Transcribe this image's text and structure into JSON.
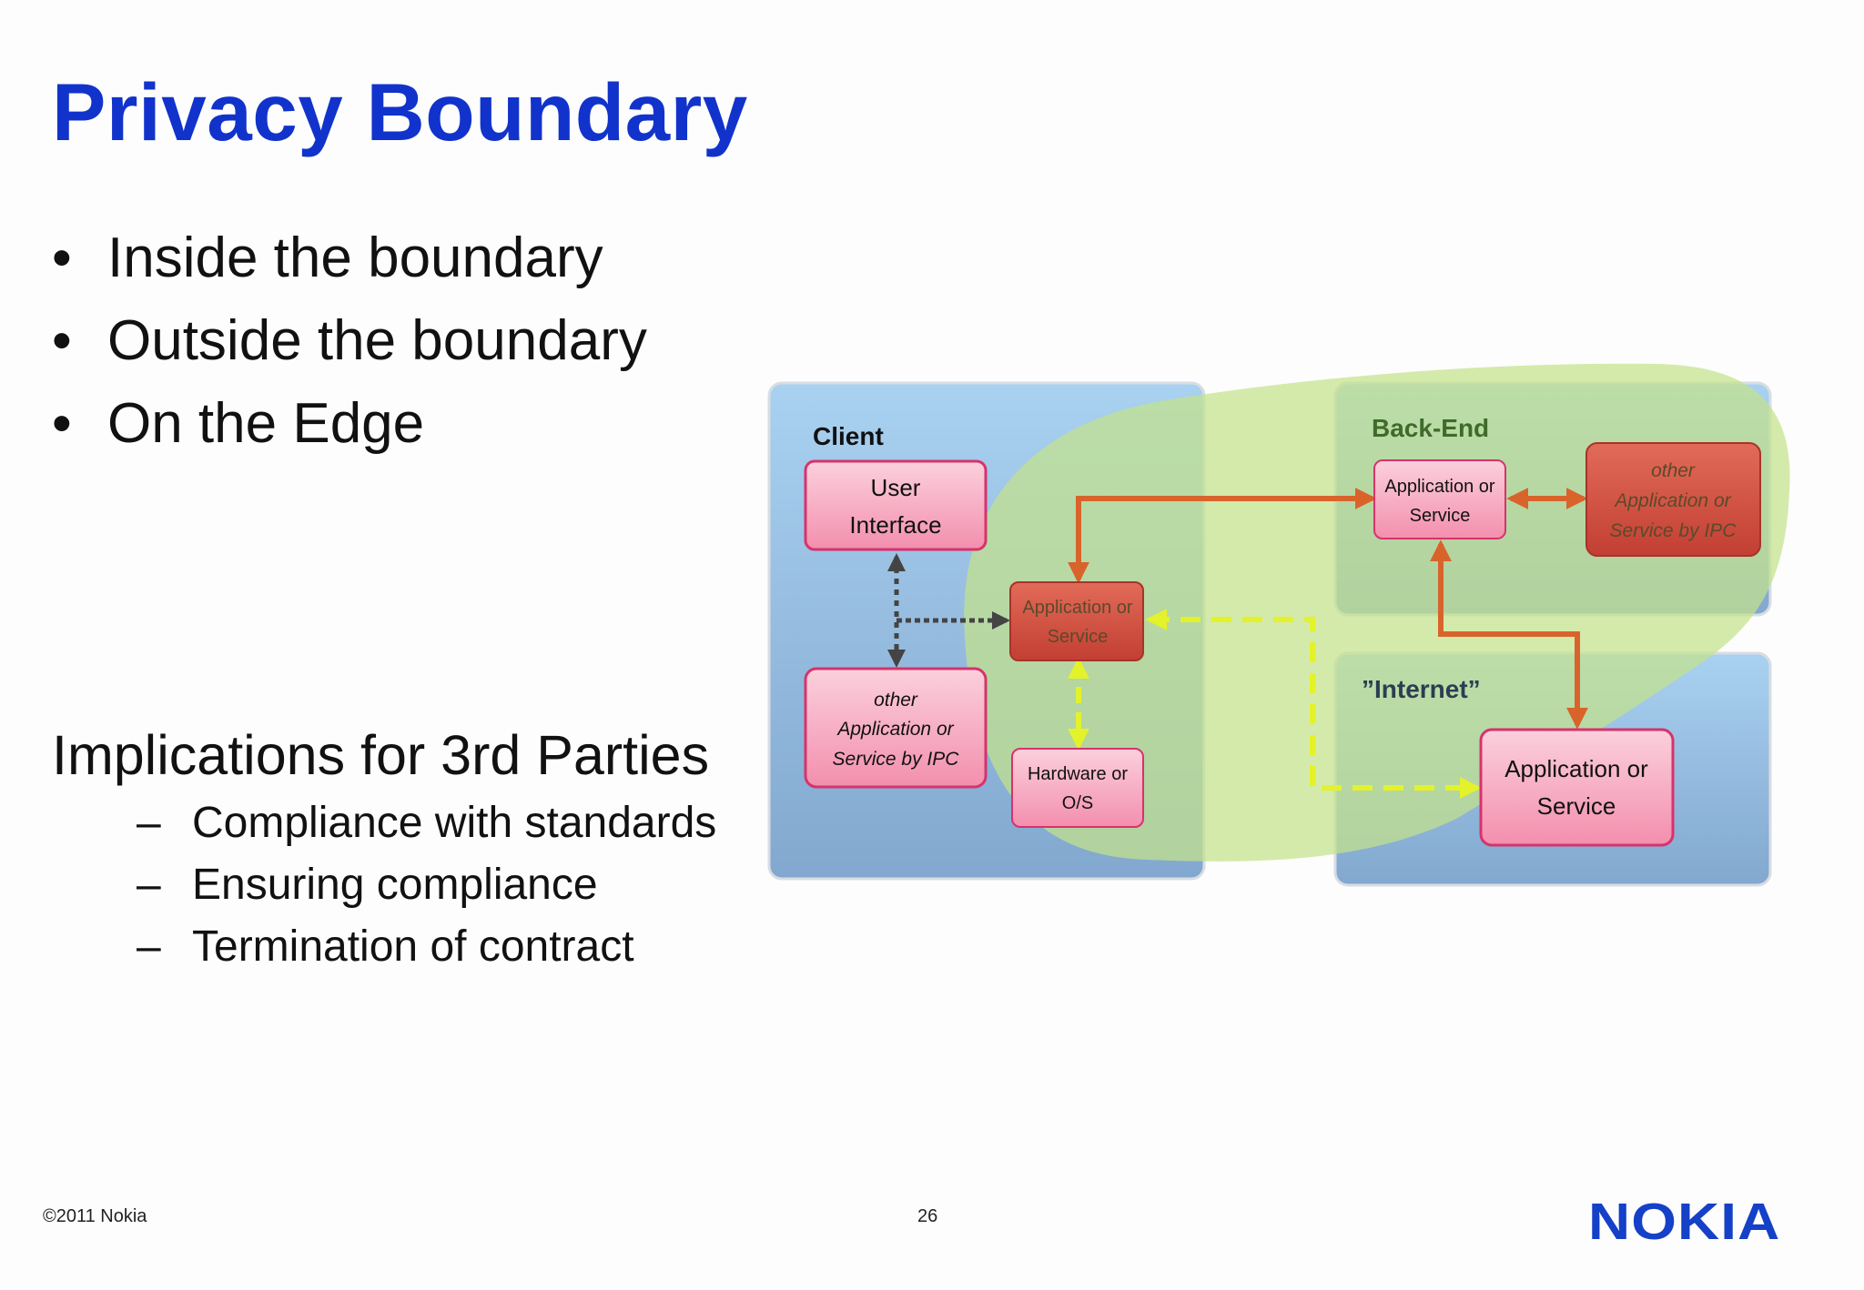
{
  "slide": {
    "title": "Privacy Boundary",
    "bullets": [
      "Inside the boundary",
      "Outside the boundary",
      "On the Edge"
    ],
    "subheading": "Implications for 3rd Parties",
    "sub_bullets": [
      "Compliance with standards",
      "Ensuring compliance",
      "Termination of contract"
    ],
    "bullet_symbol": "•",
    "dash_symbol": "–"
  },
  "diagram": {
    "zones": {
      "client": "Client",
      "backend": "Back-End",
      "internet": "”Internet”"
    },
    "boxes": {
      "user_interface": [
        "User",
        "Interface"
      ],
      "client_other_ipc": [
        "other",
        "Application or",
        "Service by IPC"
      ],
      "client_app": [
        "Application or",
        "Service"
      ],
      "hardware": [
        "Hardware or",
        "O/S"
      ],
      "backend_app": [
        "Application or",
        "Service"
      ],
      "backend_other_ipc": [
        "other",
        "Application or",
        "Service by IPC"
      ],
      "internet_app": [
        "Application or",
        "Service"
      ]
    },
    "colors": {
      "zone_blue": "#9fc6e6",
      "boundary_green": "#c8e59a",
      "pink_box": "#f7aec4",
      "red_box": "#cf4c3c",
      "orange_arrow": "#d8642c",
      "yellow_arrow": "#e3f22a",
      "dark_arrow": "#444444"
    }
  },
  "footer": {
    "copyright": "©2011 Nokia",
    "page_number": "26",
    "logo": "NOKIA"
  }
}
